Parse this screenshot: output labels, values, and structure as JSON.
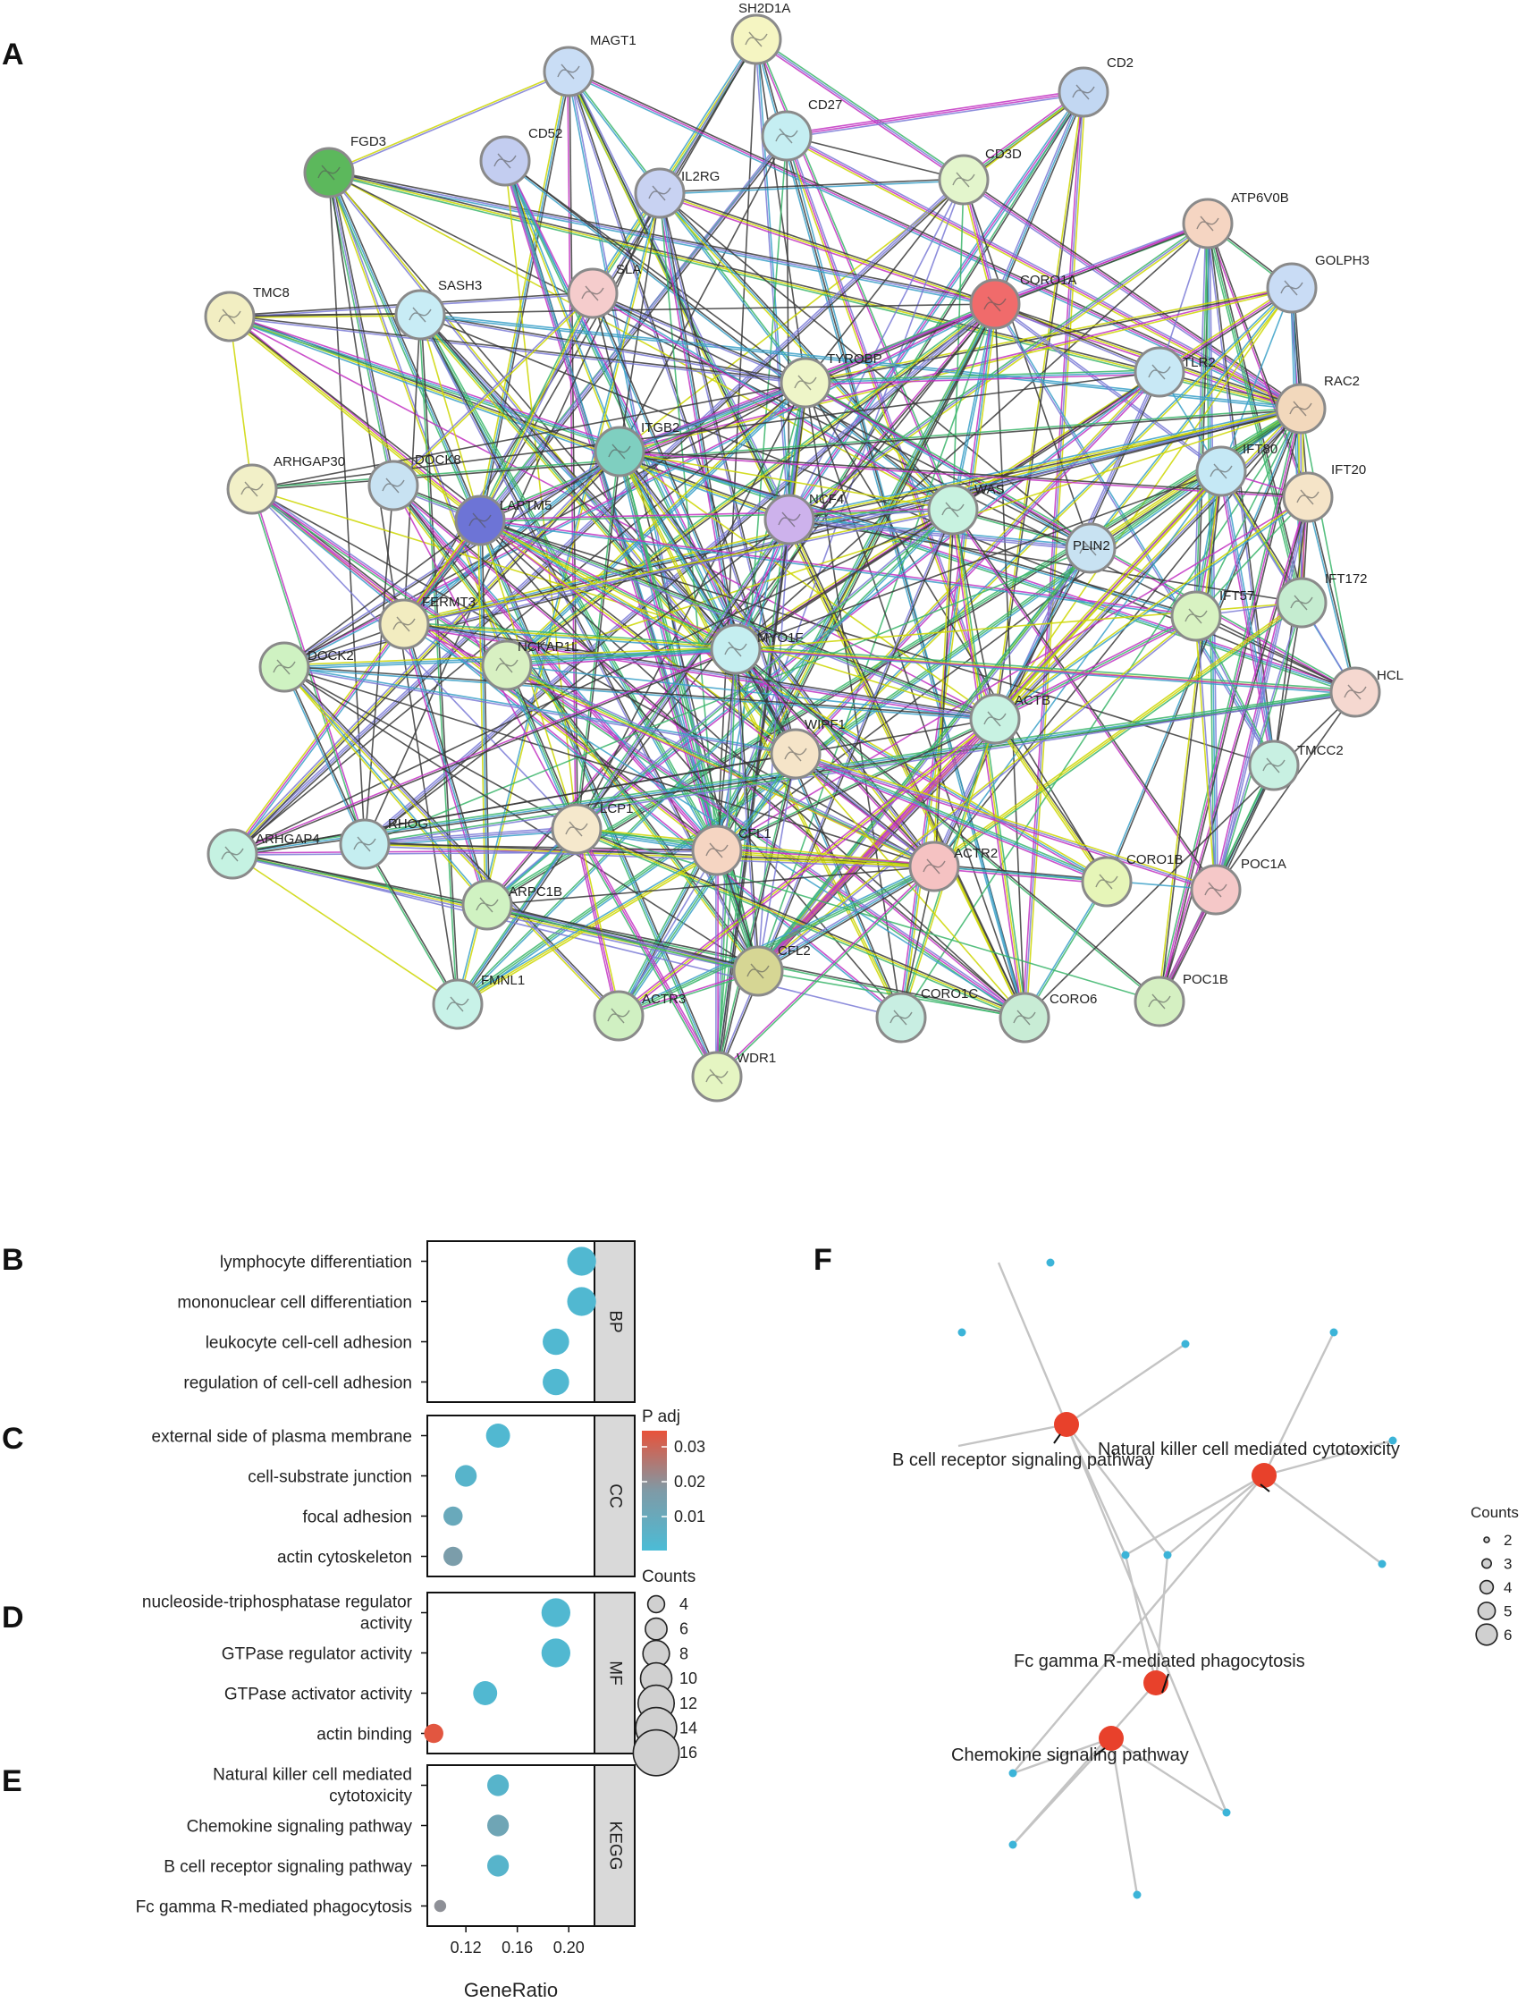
{
  "panel_labels": {
    "A": "A",
    "B": "B",
    "C": "C",
    "D": "D",
    "E": "E",
    "F": "F"
  },
  "network_a": {
    "nodes": [
      {
        "id": "SH2D1A",
        "color": "#f5f5c2"
      },
      {
        "id": "MAGT1",
        "color": "#c9ddf5"
      },
      {
        "id": "CD2",
        "color": "#c2d7f2"
      },
      {
        "id": "CD27",
        "color": "#c5eef2"
      },
      {
        "id": "FGD3",
        "color": "#5cb85c"
      },
      {
        "id": "CD52",
        "color": "#c3cdf0"
      },
      {
        "id": "IL2RG",
        "color": "#c8d2f2"
      },
      {
        "id": "CD3D",
        "color": "#e3f5cc"
      },
      {
        "id": "ATP6V0B",
        "color": "#f5d5c2"
      },
      {
        "id": "GOLPH3",
        "color": "#c9dcf5"
      },
      {
        "id": "TMC8",
        "color": "#f2eec2"
      },
      {
        "id": "SASH3",
        "color": "#c8ecf5"
      },
      {
        "id": "SLA",
        "color": "#f5cccc"
      },
      {
        "id": "CORO1A",
        "color": "#f06b6b"
      },
      {
        "id": "TYROBP",
        "color": "#eef5c8"
      },
      {
        "id": "TLR2",
        "color": "#c8e8f5"
      },
      {
        "id": "RAC2",
        "color": "#f2d8bc"
      },
      {
        "id": "ITGB2",
        "color": "#7fcfc0"
      },
      {
        "id": "ARHGAP30",
        "color": "#f2f0c8"
      },
      {
        "id": "DOCK8",
        "color": "#c8e2f2"
      },
      {
        "id": "LAPTM5",
        "color": "#6d74d6"
      },
      {
        "id": "NCF4",
        "color": "#cdb2ec"
      },
      {
        "id": "WAS",
        "color": "#c8f2e0"
      },
      {
        "id": "IFT80",
        "color": "#c5e8f5"
      },
      {
        "id": "IFT20",
        "color": "#f5e4c8"
      },
      {
        "id": "PLIN2",
        "color": "#c8e2f2"
      },
      {
        "id": "FERMT3",
        "color": "#f2ecc0"
      },
      {
        "id": "IFT57",
        "color": "#d8f2c2"
      },
      {
        "id": "IFT172",
        "color": "#c5ecd0"
      },
      {
        "id": "DOCK2",
        "color": "#cff2c2"
      },
      {
        "id": "NCKAP1L",
        "color": "#d8f0c2"
      },
      {
        "id": "MYO1F",
        "color": "#c5eef0"
      },
      {
        "id": "HCLS1",
        "label": "HCL",
        "color": "#f5d8d0"
      },
      {
        "id": "ACTB",
        "color": "#c8f2e2"
      },
      {
        "id": "WIPF1",
        "color": "#f5e4c8"
      },
      {
        "id": "TMCC2",
        "color": "#c8f0e2"
      },
      {
        "id": "ARHGAP4",
        "color": "#c5f2e2"
      },
      {
        "id": "RHOG",
        "color": "#c5eef0"
      },
      {
        "id": "LCP1",
        "color": "#f5e8cc"
      },
      {
        "id": "CFL1",
        "color": "#f5d5c2"
      },
      {
        "id": "ACTR2",
        "color": "#f5c2c2"
      },
      {
        "id": "CORO1B",
        "color": "#e6f5b8"
      },
      {
        "id": "POC1A",
        "color": "#f5c8c8"
      },
      {
        "id": "ARPC1B",
        "color": "#d0f2c2"
      },
      {
        "id": "CFL2",
        "color": "#d6d694"
      },
      {
        "id": "FMNL1",
        "color": "#c8f2e8"
      },
      {
        "id": "ACTR3",
        "color": "#d0f0c2"
      },
      {
        "id": "CORO1C",
        "color": "#c8eee2"
      },
      {
        "id": "CORO6",
        "color": "#c8ecd5"
      },
      {
        "id": "POC1B",
        "color": "#d5f0c2"
      },
      {
        "id": "WDR1",
        "color": "#e5f5c2"
      }
    ],
    "edge_colors": [
      "#3a3a3a",
      "#cdd600",
      "#c233c2",
      "#3aa0c8",
      "#7a7ad6",
      "#3ab56a"
    ]
  },
  "dotplot": {
    "panels": [
      {
        "letter": "B",
        "strip": "BP",
        "terms": [
          {
            "label": [
              "lymphocyte differentiation"
            ],
            "ratio": 0.21,
            "padj": 0.002,
            "count": 9
          },
          {
            "label": [
              "mononuclear cell differentiation"
            ],
            "ratio": 0.21,
            "padj": 0.002,
            "count": 9
          },
          {
            "label": [
              "leukocyte cell-cell adhesion"
            ],
            "ratio": 0.19,
            "padj": 0.002,
            "count": 8
          },
          {
            "label": [
              "regulation of cell-cell adhesion"
            ],
            "ratio": 0.19,
            "padj": 0.002,
            "count": 8
          }
        ]
      },
      {
        "letter": "C",
        "strip": "CC",
        "terms": [
          {
            "label": [
              "external side of plasma membrane"
            ],
            "ratio": 0.145,
            "padj": 0.002,
            "count": 7
          },
          {
            "label": [
              "cell-substrate junction"
            ],
            "ratio": 0.12,
            "padj": 0.004,
            "count": 6
          },
          {
            "label": [
              "focal adhesion"
            ],
            "ratio": 0.11,
            "padj": 0.01,
            "count": 5
          },
          {
            "label": [
              "actin cytoskeleton"
            ],
            "ratio": 0.11,
            "padj": 0.016,
            "count": 5
          }
        ]
      },
      {
        "letter": "D",
        "strip": "MF",
        "terms": [
          {
            "label": [
              "nucleoside-triphosphatase regulator",
              "activity"
            ],
            "ratio": 0.19,
            "padj": 0.002,
            "count": 9
          },
          {
            "label": [
              "GTPase regulator activity"
            ],
            "ratio": 0.19,
            "padj": 0.002,
            "count": 9
          },
          {
            "label": [
              "GTPase activator activity"
            ],
            "ratio": 0.135,
            "padj": 0.002,
            "count": 7
          },
          {
            "label": [
              "actin binding"
            ],
            "ratio": 0.095,
            "padj": 0.034,
            "count": 5
          }
        ]
      },
      {
        "letter": "E",
        "strip": "KEGG",
        "terms": [
          {
            "label": [
              "Natural killer cell mediated",
              "cytotoxicity"
            ],
            "ratio": 0.145,
            "padj": 0.004,
            "count": 6
          },
          {
            "label": [
              "Chemokine signaling pathway"
            ],
            "ratio": 0.145,
            "padj": 0.012,
            "count": 6
          },
          {
            "label": [
              "B cell receptor signaling pathway"
            ],
            "ratio": 0.145,
            "padj": 0.004,
            "count": 6
          },
          {
            "label": [
              "Fc gamma R-mediated phagocytosis"
            ],
            "ratio": 0.1,
            "padj": 0.02,
            "count": 2
          }
        ]
      }
    ],
    "x_ticks": [
      "0.12",
      "0.16",
      "0.20"
    ],
    "x_label": "GeneRatio",
    "xlim": [
      0.09,
      0.22
    ],
    "legend_padj": {
      "title": "P adj",
      "ticks": [
        "0.03",
        "0.02",
        "0.01"
      ],
      "color_high": "#e8523a",
      "color_mid": "#7f9aa6",
      "color_low": "#4bbcd6"
    },
    "legend_counts": {
      "title": "Counts",
      "values": [
        "4",
        "6",
        "8",
        "10",
        "12",
        "14",
        "16"
      ]
    }
  },
  "network_f": {
    "pathways": [
      "B cell receptor signaling pathway",
      "Natural killer cell mediated cytotoxicity",
      "Fc gamma R-mediated phagocytosis",
      "Chemokine signaling pathway"
    ],
    "pathway_color": "#e8412b",
    "gene_color": "#3cb4d8",
    "edge_color": "#c4c4c4",
    "legend": {
      "title": "Counts",
      "values": [
        "2",
        "3",
        "4",
        "5",
        "6"
      ]
    }
  }
}
